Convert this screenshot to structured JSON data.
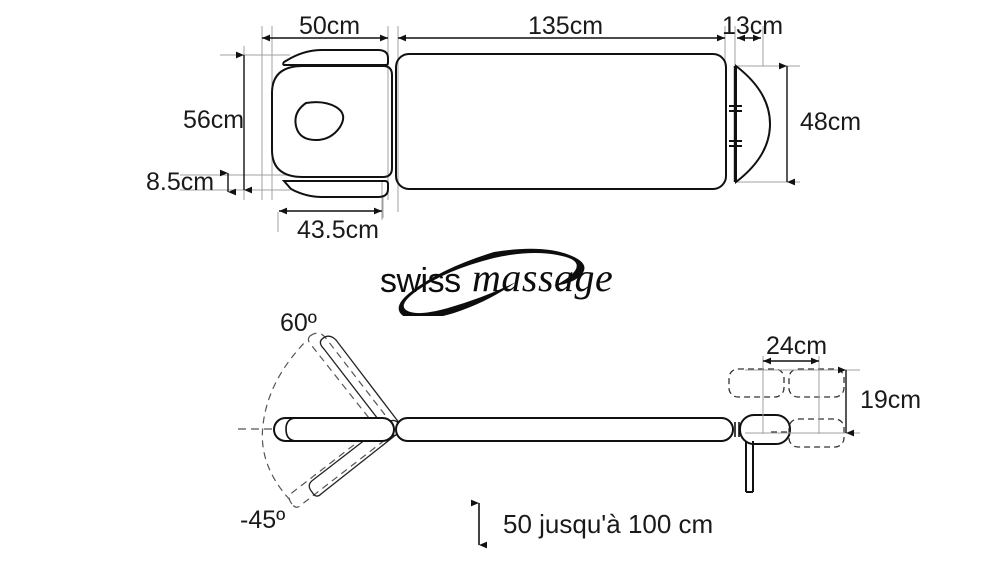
{
  "page": {
    "title": "Massage table technical dimension drawing",
    "brand_primary": "swiss",
    "brand_secondary": "massage",
    "ink_color": "#1a1a1a",
    "thin_line_color": "#9a9a9a",
    "background": "#ffffff"
  },
  "top_view": {
    "name": "Top view of massage table",
    "dimensions": {
      "head_section_length": "50cm",
      "main_section_length": "135cm",
      "backrest_thickness": "13cm",
      "table_width": "56cm",
      "head_wing_width": "8.5cm",
      "headrest_width": "43.5cm",
      "backrest_height": "48cm"
    }
  },
  "side_view": {
    "name": "Side view of massage table",
    "dimensions": {
      "headrest_up_angle": "60º",
      "headrest_down_angle": "-45º",
      "armrest_width": "24cm",
      "armrest_height": "19cm",
      "height_range": "50 jusqu'à 100 cm"
    }
  },
  "labels": [
    {
      "id": "len-50",
      "text": "50cm"
    },
    {
      "id": "len-135",
      "text": "135cm"
    },
    {
      "id": "len-13",
      "text": "13cm"
    },
    {
      "id": "width-56",
      "text": "56cm"
    },
    {
      "id": "width-85",
      "text": "8.5cm"
    },
    {
      "id": "width-435",
      "text": "43.5cm"
    },
    {
      "id": "height-48",
      "text": "48cm"
    },
    {
      "id": "angle-60",
      "text": "60º"
    },
    {
      "id": "angle-45",
      "text": "-45º"
    },
    {
      "id": "len-24",
      "text": "24cm"
    },
    {
      "id": "height-19",
      "text": "19cm"
    },
    {
      "id": "height-range",
      "text": "50 jusqu'à 100 cm"
    }
  ]
}
